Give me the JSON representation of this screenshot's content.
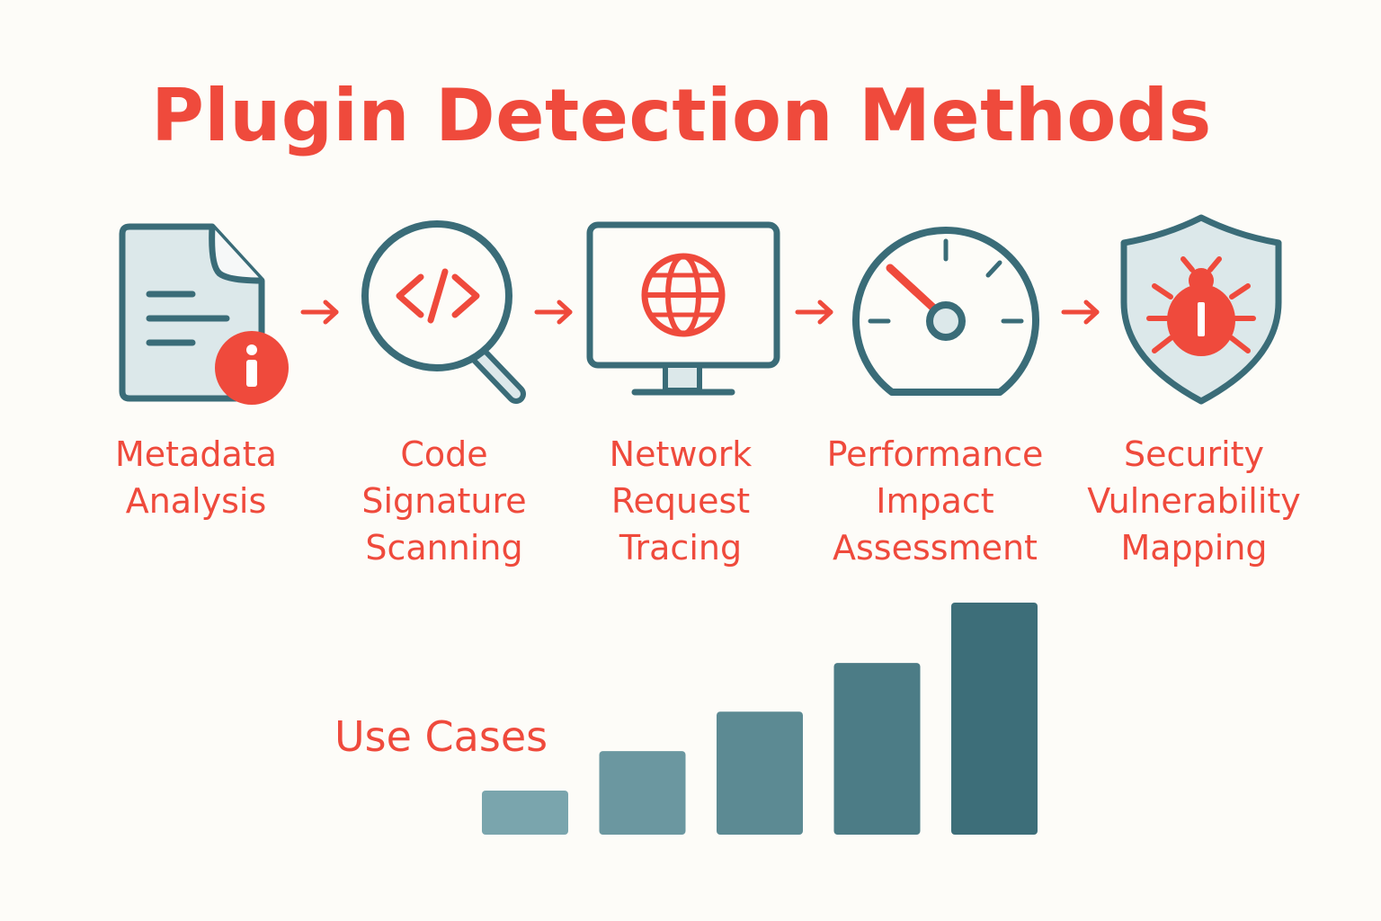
{
  "title": "Plugin Detection Methods",
  "colors": {
    "accent": "#ef4a3c",
    "outline": "#3a6c78",
    "fill": "#dce8ea",
    "bar_light": "#7aa5ad",
    "bar_dark": "#3d6e79"
  },
  "steps": [
    {
      "icon": "document-info-icon",
      "label": [
        "Metadata",
        "Analysis"
      ]
    },
    {
      "icon": "code-magnifier-icon",
      "label": [
        "Code",
        "Signature",
        "Scanning"
      ]
    },
    {
      "icon": "monitor-globe-icon",
      "label": [
        "Network",
        "Request",
        "Tracing"
      ]
    },
    {
      "icon": "speedometer-icon",
      "label": [
        "Performance",
        "Impact",
        "Assessment"
      ]
    },
    {
      "icon": "shield-bug-icon",
      "label": [
        "Security",
        "Vulnerability",
        "Mapping"
      ]
    }
  ],
  "use_cases": {
    "label": "Use Cases",
    "bar_levels": [
      0.19,
      0.36,
      0.53,
      0.74,
      1.0
    ]
  }
}
